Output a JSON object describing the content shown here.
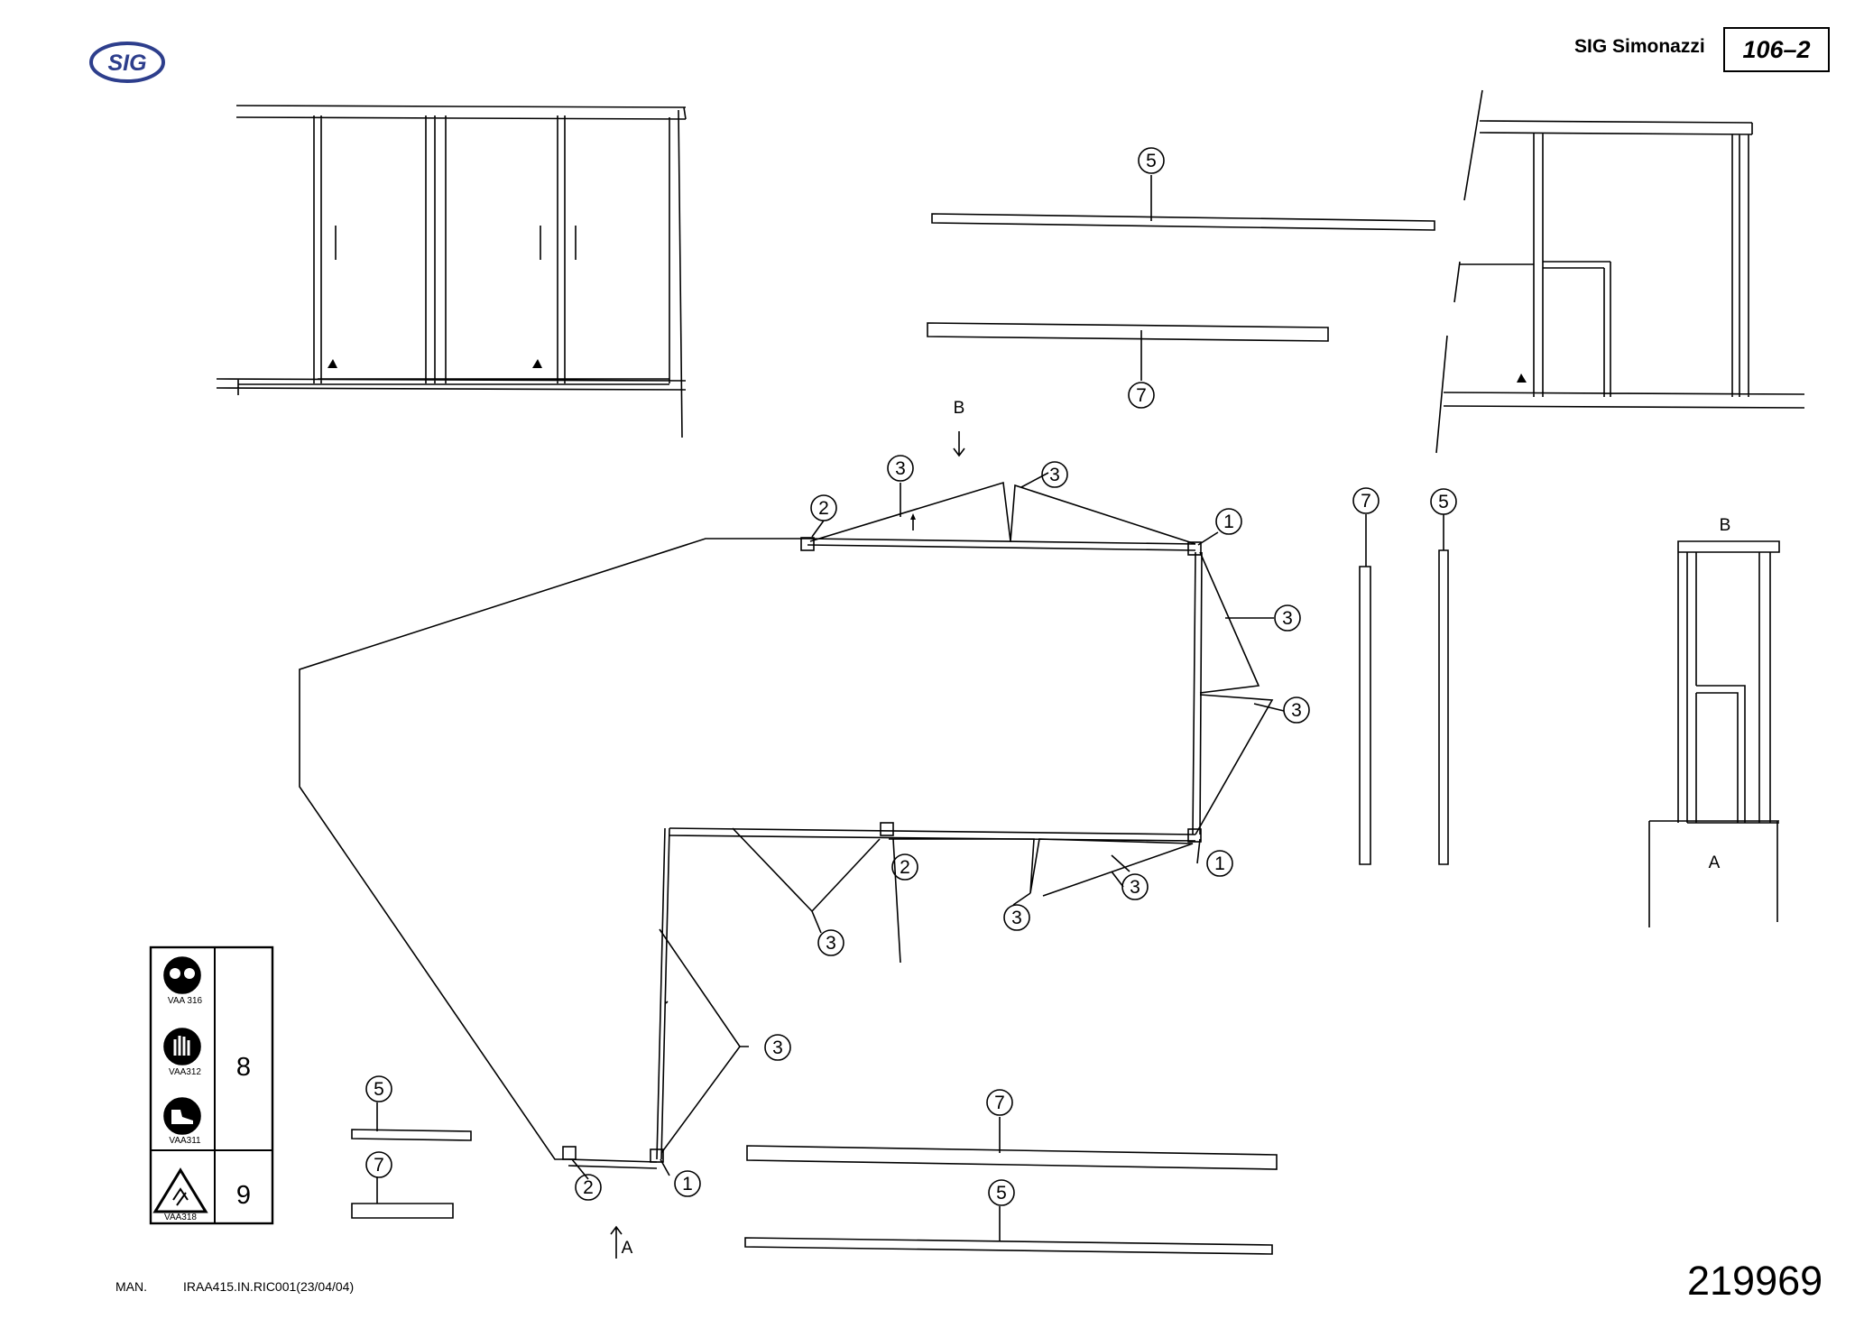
{
  "header": {
    "logo_text": "SIG",
    "company": "SIG Simonazzi",
    "page_code": "106–2"
  },
  "footer": {
    "man_label": "MAN.",
    "reference": "IRAA415.IN.RIC001(23/04/04)",
    "document_number": "219969"
  },
  "view_labels": {
    "view_a": "A",
    "view_b": "B",
    "arrow_a": "A",
    "arrow_b": "B"
  },
  "callouts": {
    "one": "1",
    "two": "2",
    "three": "3",
    "five": "5",
    "seven": "7"
  },
  "safety_table": {
    "row_8": {
      "number": "8",
      "icons": [
        {
          "name": "goggles-mandatory-icon",
          "code": "VAA 316"
        },
        {
          "name": "gloves-mandatory-icon",
          "code": "VAA312"
        },
        {
          "name": "safety-shoes-mandatory-icon",
          "code": "VAA311"
        }
      ]
    },
    "row_9": {
      "number": "9",
      "icons": [
        {
          "name": "crushing-hazard-icon",
          "code": "VAA318"
        }
      ]
    }
  },
  "colors": {
    "line": "#000000",
    "logo_blue": "#2d3e8c",
    "background": "#ffffff"
  }
}
